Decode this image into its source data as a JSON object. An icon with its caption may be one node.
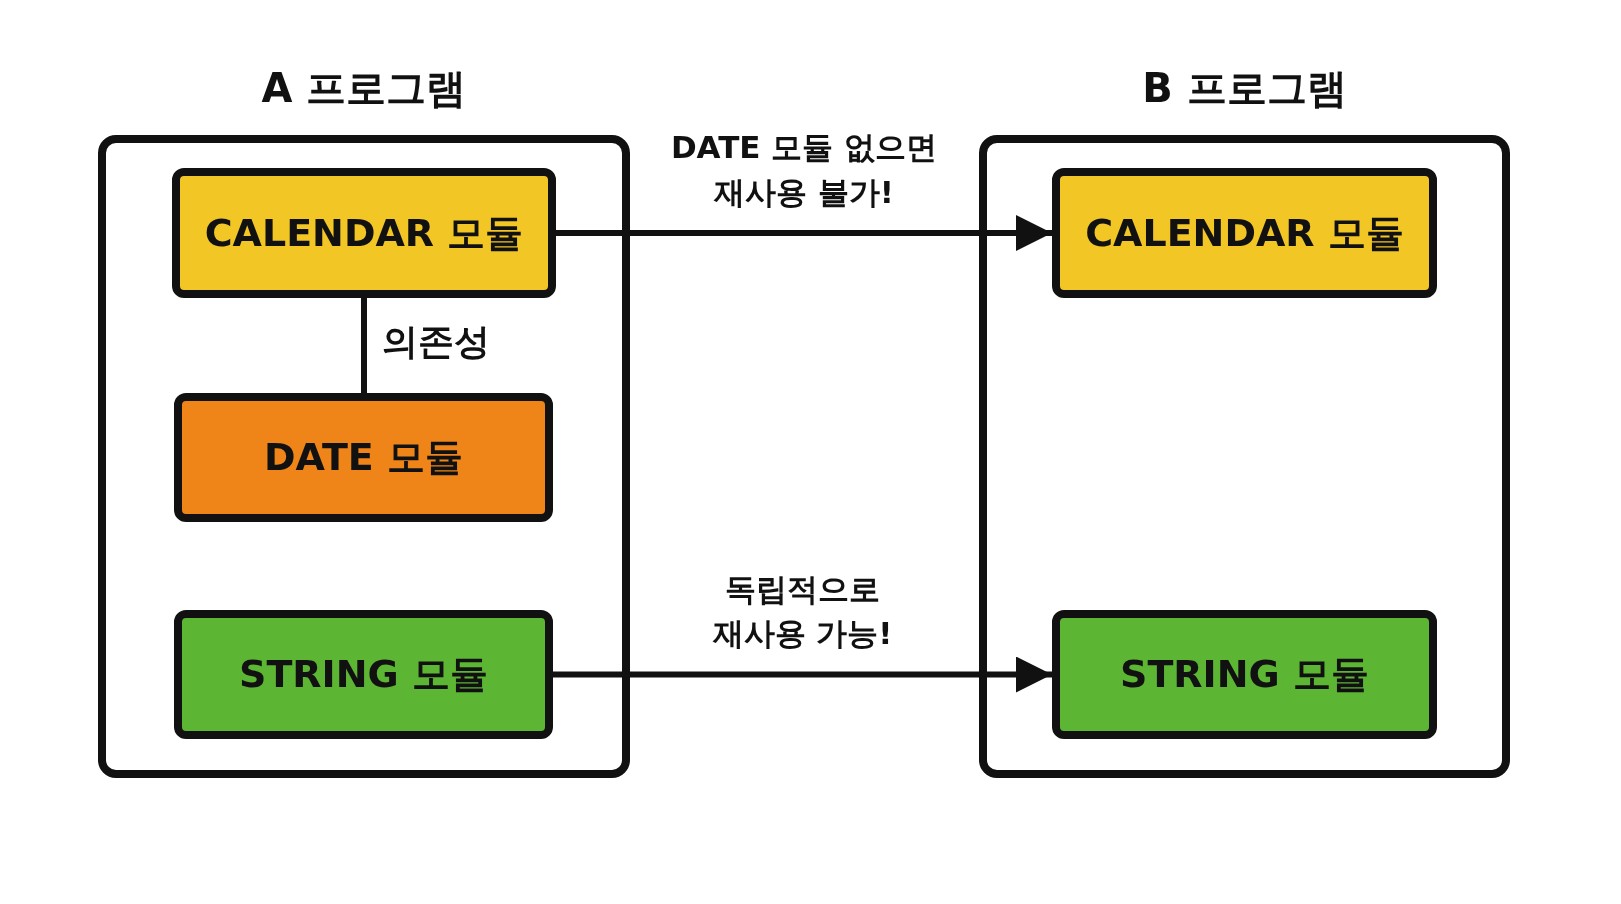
{
  "diagram": {
    "nodes": [
      {
        "text": [
          "A 프로그램"
        ]
      },
      {
        "text": [
          "CALENDAR 모듈"
        ],
        "in": 0
      },
      {
        "text": [
          "DATE 모듈"
        ],
        "in": 0
      },
      {
        "text": [
          "STRING 모듈"
        ],
        "in": 0
      },
      {
        "text": [
          "B 프로그램"
        ]
      },
      {
        "text": [
          "CALENDAR 모듈"
        ],
        "in": 4
      },
      {
        "text": [
          "STRING 모듈"
        ],
        "in": 4
      }
    ],
    "edges": [
      {
        "from": 1,
        "to": 2,
        "arrow": "none",
        "label": "의존성"
      },
      {
        "from": 1,
        "to": 5,
        "arrow": "to",
        "label": "DATE 모듈 없으면 재사용 불가!"
      },
      {
        "from": 3,
        "to": 6,
        "arrow": "to",
        "label": "독립적으로 재사용 가능!"
      }
    ]
  }
}
